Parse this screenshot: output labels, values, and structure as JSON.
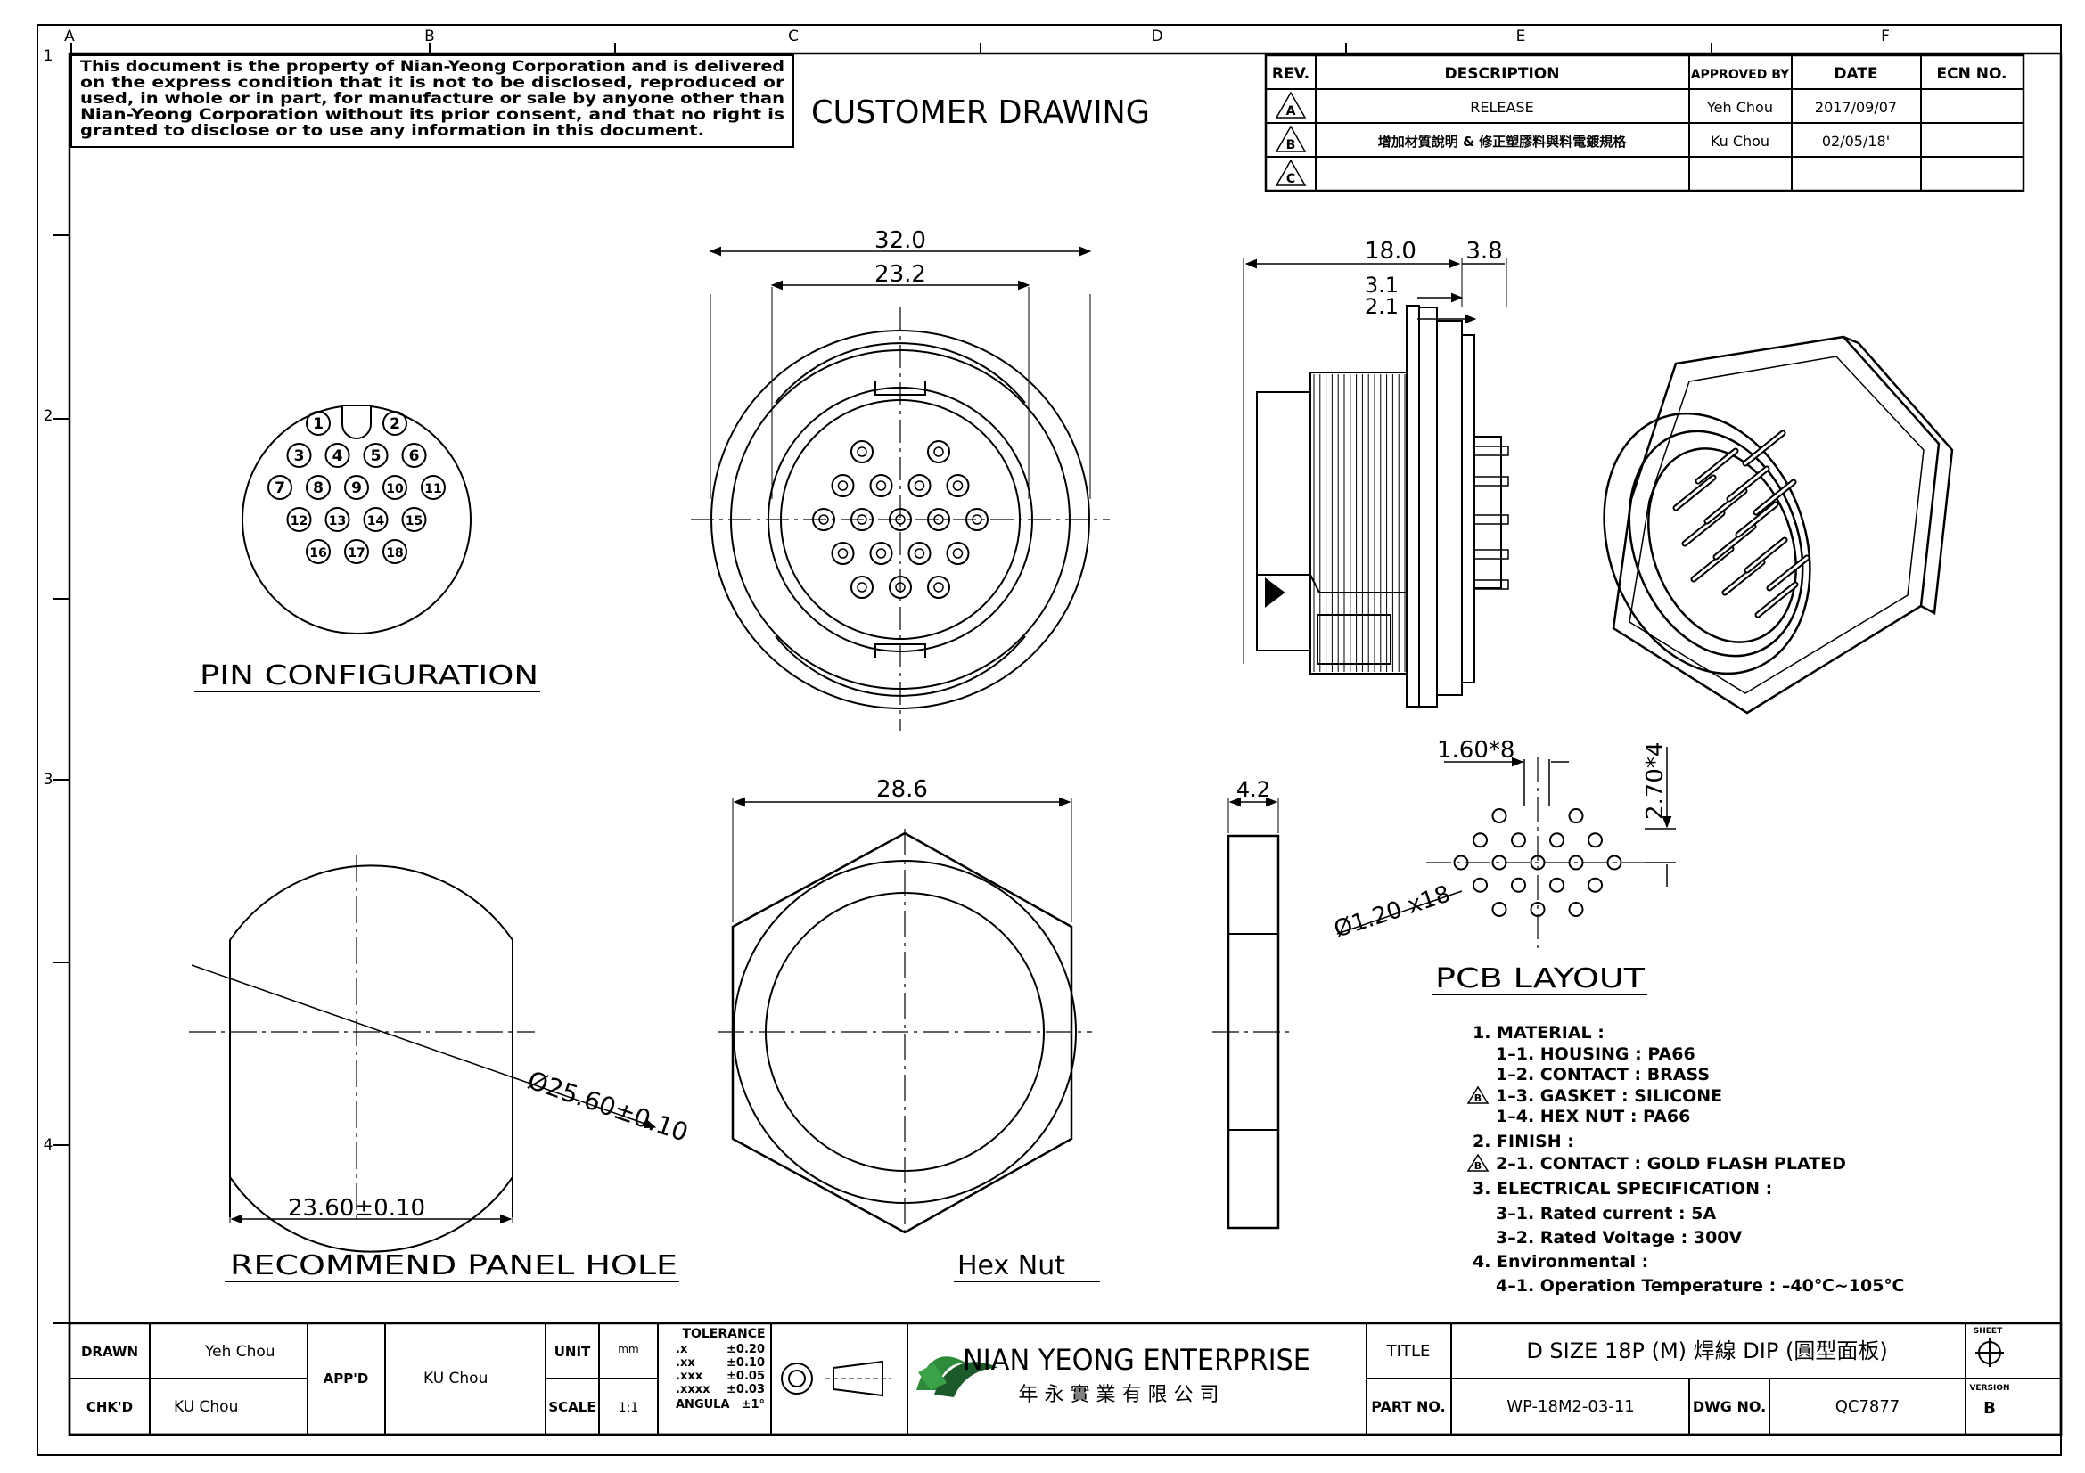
{
  "frame": {
    "columns": [
      "A",
      "B",
      "C",
      "D",
      "E",
      "F"
    ],
    "rows": [
      "1",
      "2",
      "3",
      "4"
    ]
  },
  "notice": {
    "lines": [
      "This document is the property of Nian-Yeong Corporation and is delivered",
      "on  the   express  condition that it is not to be disclosed, reproduced or",
      "used, in whole or in part, for manufacture or sale by anyone other than",
      "Nian-Yeong Corporation without  its prior consent, and that  no right  is",
      "granted to disclose or to use any information in this  document."
    ]
  },
  "header_title": "CUSTOMER  DRAWING",
  "revision_table": {
    "headers": {
      "rev": "REV.",
      "description": "DESCRIPTION",
      "approved": "APPROVED BY",
      "date": "DATE",
      "ecn": "ECN NO."
    },
    "rows": [
      {
        "rev": "A",
        "description": "RELEASE",
        "approved": "Yeh Chou",
        "date": "2017/09/07",
        "ecn": ""
      },
      {
        "rev": "B",
        "description": "增加材質說明  &  修正塑膠料與料電鍍規格",
        "approved": "Ku Chou",
        "date": "02/05/18'",
        "ecn": ""
      },
      {
        "rev": "C",
        "description": "",
        "approved": "",
        "date": "",
        "ecn": ""
      }
    ]
  },
  "pin_config": {
    "title": "PIN  CONFIGURATION",
    "pins": [
      "1",
      "2",
      "3",
      "4",
      "5",
      "6",
      "7",
      "8",
      "9",
      "10",
      "11",
      "12",
      "13",
      "14",
      "15",
      "16",
      "17",
      "18"
    ]
  },
  "front_view": {
    "dim_outer": "32.0",
    "dim_inner": "23.2"
  },
  "side_view": {
    "dim_length": "18.0",
    "dim_flange": "3.8",
    "dim_a": "3.1",
    "dim_b": "2.1"
  },
  "pcb_layout": {
    "title": "PCB  LAYOUT",
    "dim_pitch_x": "1.60*8",
    "dim_pitch_y": "2.70*4",
    "dim_hole": "Ø1.20 x18"
  },
  "panel_hole": {
    "title": "RECOMMEND  PANEL  HOLE",
    "dim_diameter": "Ø25.60±0.10",
    "dim_width": "23.60±0.10"
  },
  "hex_nut": {
    "title": "Hex  Nut",
    "dim_across": "28.6",
    "dim_thickness": "4.2"
  },
  "notes": {
    "lines": [
      {
        "rev": "",
        "indent": false,
        "text": "1.  MATERIAL  :"
      },
      {
        "rev": "",
        "indent": true,
        "text": "1–1.  HOUSING  :  PA66"
      },
      {
        "rev": "",
        "indent": true,
        "text": "1–2.  CONTACT  :  BRASS"
      },
      {
        "rev": "B",
        "indent": true,
        "text": "1–3.  GASKET  :  SILICONE"
      },
      {
        "rev": "",
        "indent": true,
        "text": "1–4.  HEX  NUT  :  PA66"
      },
      {
        "rev": "",
        "indent": false,
        "text": "2.  FINISH  :"
      },
      {
        "rev": "B",
        "indent": true,
        "text": "2–1.  CONTACT  :  GOLD  FLASH  PLATED"
      },
      {
        "rev": "",
        "indent": false,
        "text": "3.  ELECTRICAL  SPECIFICATION  :"
      },
      {
        "rev": "",
        "indent": true,
        "text": "3–1.  Rated  current  :  5A"
      },
      {
        "rev": "",
        "indent": true,
        "text": "3–2.  Rated  Voltage  :  300V"
      },
      {
        "rev": "",
        "indent": false,
        "text": "4.  Environmental  :"
      },
      {
        "rev": "",
        "indent": true,
        "text": "4–1.  Operation  Temperature  :  –40℃~105℃"
      }
    ]
  },
  "title_block": {
    "drawn_label": "DRAWN",
    "drawn_value": "Yeh Chou",
    "chkd_label": "CHK'D",
    "chkd_value": "KU Chou",
    "appd_label": "APP'D",
    "appd_value": "KU Chou",
    "unit_label": "UNIT",
    "unit_value": "mm",
    "scale_label": "SCALE",
    "scale_value": "1:1",
    "tolerance_title": "TOLERANCE",
    "tolerances": [
      {
        "k": ".x",
        "v": "±0.20"
      },
      {
        "k": ".xx",
        "v": "±0.10"
      },
      {
        "k": ".xxx",
        "v": "±0.05"
      },
      {
        "k": ".xxxx",
        "v": "±0.03"
      },
      {
        "k": "ANGULA",
        "v": "±1°"
      }
    ],
    "company_name": "NIAN YEONG ENTERPRISE",
    "company_name_cn": "年 永 實 業 有 限 公 司",
    "title_label": "TITLE",
    "title_value": "D  SIZE  18P  (M)  焊線  DIP  (圓型面板)",
    "partno_label": "PART NO.",
    "partno_value": "WP-18M2-03-11",
    "dwgno_label": "DWG NO.",
    "dwgno_value": "QC7877",
    "sheet_label": "SHEET",
    "version_label": "VERSION",
    "version_value": "B"
  },
  "colors": {
    "ink": "#000000",
    "paper": "#ffffff",
    "logo_green": "#2e8b3a",
    "logo_dark": "#1d5a2a"
  }
}
